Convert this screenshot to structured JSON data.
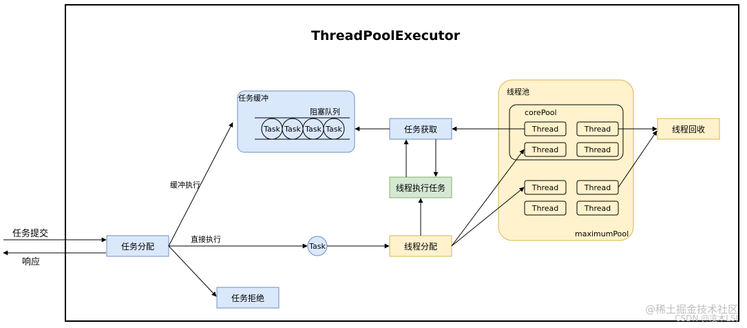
{
  "title": "ThreadPoolExecutor",
  "left": {
    "submit": "任务提交",
    "response": "响应"
  },
  "nodes": {
    "dispatch": "任务分配",
    "buffer_group": "任务缓冲",
    "blocking_queue": "阻塞队列",
    "tasks": [
      "Task",
      "Task",
      "Task",
      "Task"
    ],
    "fetch": "任务获取",
    "execute": "线程执行任务",
    "thread_alloc": "线程分配",
    "task_direct": "Task",
    "reject": "任务拒绝",
    "pool_group": "线程池",
    "core_pool": "corePool",
    "max_pool": "maximumPool",
    "threads": [
      "Thread",
      "Thread",
      "Thread",
      "Thread",
      "Thread",
      "Thread",
      "Thread",
      "Thread"
    ],
    "recycle": "线程回收"
  },
  "edges": {
    "buffer_exec": "缓冲执行",
    "direct_exec": "直接执行"
  },
  "watermark": {
    "line1": "@稀土掘金技术社区",
    "line2": "CSDN @凌木LSJ"
  },
  "colors": {
    "blue_fill": "#dae8fc",
    "blue_stroke": "#6c8ebf",
    "yellow_fill": "#fff2cc",
    "yellow_stroke": "#d6b656",
    "green_fill": "#d5e8d4",
    "green_stroke": "#82b366"
  }
}
